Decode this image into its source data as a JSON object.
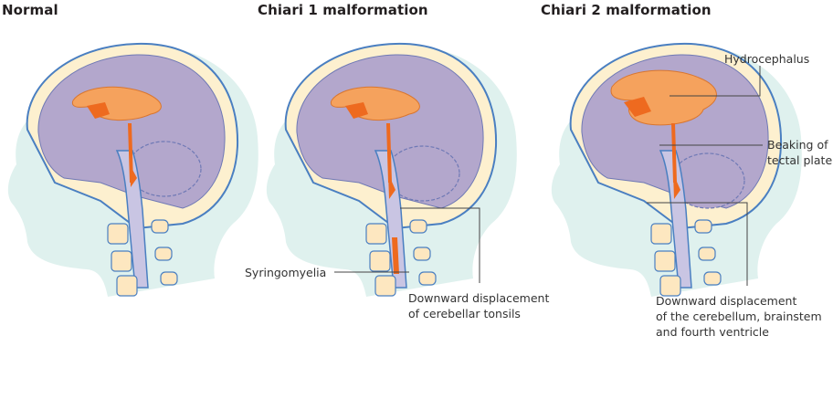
{
  "panels": [
    {
      "title": "Normal"
    },
    {
      "title": "Chiari 1 malformation"
    },
    {
      "title": "Chiari 2 malformation"
    }
  ],
  "labels": {
    "syringomyelia": "Syringomyelia",
    "chiari1_displacement": [
      "Downward displacement",
      "of cerebellar tonsils"
    ],
    "hydrocephalus": "Hydrocephalus",
    "beaking": [
      "Beaking of",
      "tectal plate"
    ],
    "chiari2_displacement": [
      "Downward displacement",
      "of the cerebellum, brainstem",
      "and fourth ventricle"
    ]
  },
  "colors": {
    "skin": "#dff1ee",
    "skull_outline": "#4a7fc1",
    "csf_space": "#fdf0cf",
    "brain": "#b3a7cc",
    "ventricle": "#f5a25d",
    "ventricle_dark": "#ee6a1f",
    "spinal_cord": "#c9c5e3",
    "bone": "#fde7c0",
    "leader": "#444444"
  }
}
